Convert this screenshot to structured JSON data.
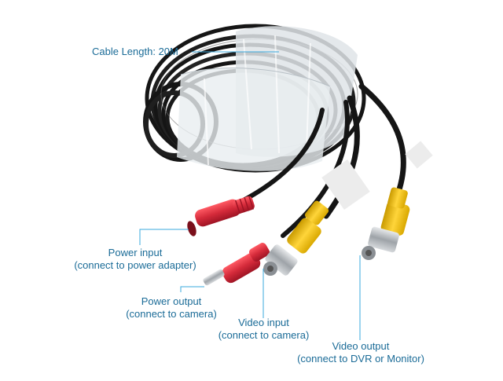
{
  "colors": {
    "label_text": "#1a6b97",
    "leader_line": "#3aa8dc",
    "cable": "#151515",
    "cable_highlight": "#6a6a6a",
    "wrap": "#dfe4e8",
    "red_plug": "#d42a3a",
    "yellow_boot": "#f2c31b",
    "bnc_metal": "#b8bcc0"
  },
  "labels": {
    "cable_length": "Cable Length: 20M",
    "power_input_line1": "Power input",
    "power_input_line2": "(connect to power adapter)",
    "power_output_line1": "Power output",
    "power_output_line2": "(connect to camera)",
    "video_input_line1": "Video input",
    "video_input_line2": "(connect to camera)",
    "video_output_line1": "Video output",
    "video_output_line2": "(connect to DVR or Monitor)"
  },
  "icons": {
    "cable_coil": "cable-coil-icon",
    "dc_female": "dc-female-connector-icon",
    "dc_male": "dc-male-connector-icon",
    "bnc": "bnc-connector-icon"
  }
}
